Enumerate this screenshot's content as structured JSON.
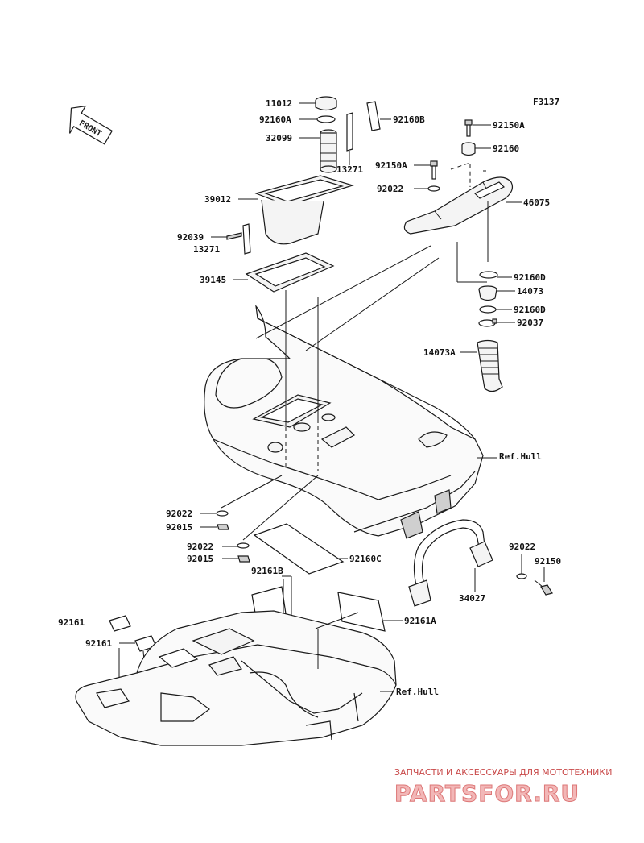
{
  "figure_code": "F3137",
  "front_marker": "FRONT",
  "labels": {
    "l11012": "11012",
    "l92160A": "92160A",
    "l32099": "32099",
    "l92160B": "92160B",
    "l13271a": "13271",
    "l39012": "39012",
    "l92039": "92039",
    "l13271b": "13271",
    "l39145": "39145",
    "l92150A_a": "92150A",
    "l92160": "92160",
    "l92150A_b": "92150A",
    "l92022_a": "92022",
    "l46075": "46075",
    "l92160D_a": "92160D",
    "l14073": "14073",
    "l92160D_b": "92160D",
    "l92037": "92037",
    "l14073A": "14073A",
    "lRefHull_a": "Ref.Hull",
    "l92022_b": "92022",
    "l92015_a": "92015",
    "l92022_c": "92022",
    "l92015_b": "92015",
    "l92160C": "92160C",
    "l92022_d": "92022",
    "l92150": "92150",
    "l34027": "34027",
    "l92161B": "92161B",
    "l92161A": "92161A",
    "l92161_a": "92161",
    "l92161_b": "92161",
    "lRefHull_b": "Ref.Hull"
  },
  "watermark": {
    "line1": "ЗАПЧАСТИ И АКСЕССУАРЫ ДЛЯ МОТОТЕХНИКИ",
    "line2": "PARTSFOR.RU"
  }
}
